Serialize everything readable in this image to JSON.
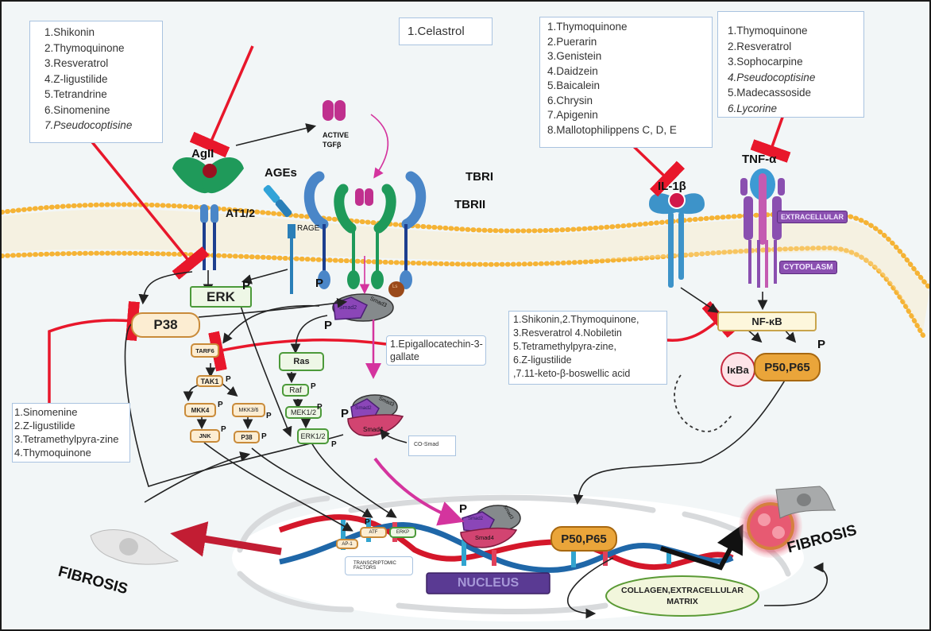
{
  "diagram": {
    "title_hidden": "Signaling pathways in fibrosis and natural compound inhibitors",
    "inhibitor_boxes": {
      "erk_inhibitors": [
        "1.Shikonin",
        "2.Thymoquinone",
        "3.Resveratrol",
        "4.Z-ligustilide",
        "5.Tetrandrine",
        "6.Sinomenine",
        "7.Pseudocoptisine"
      ],
      "tgfb_inhibitors": [
        "1.Celastrol"
      ],
      "il1b_inhibitors": [
        "1.Thymoquinone",
        "2.Puerarin",
        "3.Genistein",
        "4.Daidzein",
        "5.Baicalein",
        "6.Chrysin",
        "7.Apigenin",
        "8.Mallotophilippens C, D, E"
      ],
      "tnfa_inhibitors": [
        "1.Thymoquinone",
        "2.Resveratrol",
        "3.Sophocarpine",
        "4.Pseudocoptisine",
        "5.Madecassoside",
        "6.Lycorine"
      ],
      "nfkb_inhibitors": [
        "1.Shikonin,2.Thymoquinone,",
        "3.Resveratrol 4.Nobiletin",
        "5.Tetramethylpyra-zine,",
        "6.Z-ligustilide",
        ",7.11-keto-β-boswellic acid"
      ],
      "p38_inhibitors": [
        "1.Sinomenine",
        "2.Z-ligustilide",
        "3.Tetramethylpyra-zine",
        "4.Thymoquinone"
      ],
      "tarf6_inhibitors": [
        "1.Epigallocatechin-3-",
        "gallate"
      ]
    },
    "labels": {
      "agii": "AgII",
      "at12": "AT1/2",
      "ages": "AGEs",
      "rage": "RAGE",
      "active_tgfb_1": "ACTIVE",
      "active_tgfb_2": "TGFβ",
      "tbri": "TBRI",
      "tbrii": "TBRII",
      "il1b": "IL-1β",
      "tnfa": "TNF-α",
      "extracellular": "EXTRACELLULAR",
      "cytoplasm": "CYTOPLASM",
      "p": "P",
      "ls": "Ls",
      "smad2": "Smad2",
      "smad3": "Smad3",
      "smad4": "Smad4",
      "co_smad": "CO-Smad",
      "nucleus": "NUCLEUS",
      "transcriptomic_1": "TRANSCRIPTOMIC",
      "transcriptomic_2": "FACTORS",
      "collagen_1": "COLLAGEN,EXTRACELLULAR",
      "collagen_2": "MATRIX",
      "fibrosis_left": "FIBROSIS",
      "fibrosis_right": "FIBROSIS"
    },
    "nodes": {
      "erk": "ERK",
      "p38": "P38",
      "nfkb": "NF-κB",
      "p50p65": "P50,P65",
      "ikba": "IκBa",
      "tarf6": "TARF6",
      "tak1": "TAK1",
      "mkk4": "MKK4",
      "mkk36": "MKK3/6",
      "jnk": "JNK",
      "p38_small": "P38",
      "ras": "Ras",
      "raf": "Raf",
      "mek12": "MEK1/2",
      "erk12": "ERK1/2",
      "ap1": "AP-1",
      "atf": "ATF",
      "erkp": "ERKP",
      "p50p65_nuc": "P50,P65"
    },
    "colors": {
      "inhibition": "#e8172b",
      "activation": "#222222",
      "tgfb_flow": "#d4349e",
      "membrane": "#f5b335",
      "receptor_blue": "#4a86c8",
      "receptor_green": "#1f8f4e",
      "purple_tag": "#8a4fb0",
      "fibrosis_arrow": "#c21d33"
    }
  }
}
